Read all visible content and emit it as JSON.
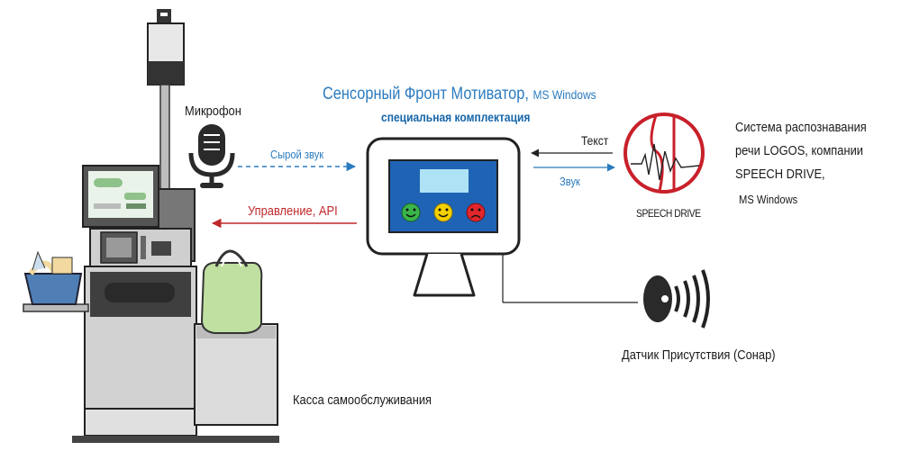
{
  "title": {
    "main": "Сенсорный Фронт Мотиватор,",
    "os": "MS Windows",
    "subtitle": "специальная комплектация"
  },
  "labels": {
    "microphone": "Микрофон",
    "raw_sound": "Сырой звук",
    "control_api": "Управление, API",
    "text": "Текст",
    "sound": "Звук",
    "recognition_1": "Система распознавания",
    "recognition_2": "речи LOGOS, компании",
    "recognition_3": "SPEECH DRIVE,",
    "recognition_os": "MS Windows",
    "presence_sensor": "Датчик Присутствия (Сонар)",
    "kiosk": "Касса самообслуживания"
  },
  "logo": {
    "text": "SPEECH DRIVE"
  },
  "colors": {
    "accent_blue": "#2b7bbf",
    "control_red": "#c0292b",
    "screen_blue": "#1f63b4",
    "logo_red": "#c8202a",
    "smiley_green": "#3ab54a",
    "smiley_yellow": "#f5d000",
    "smiley_red": "#e2262b"
  }
}
